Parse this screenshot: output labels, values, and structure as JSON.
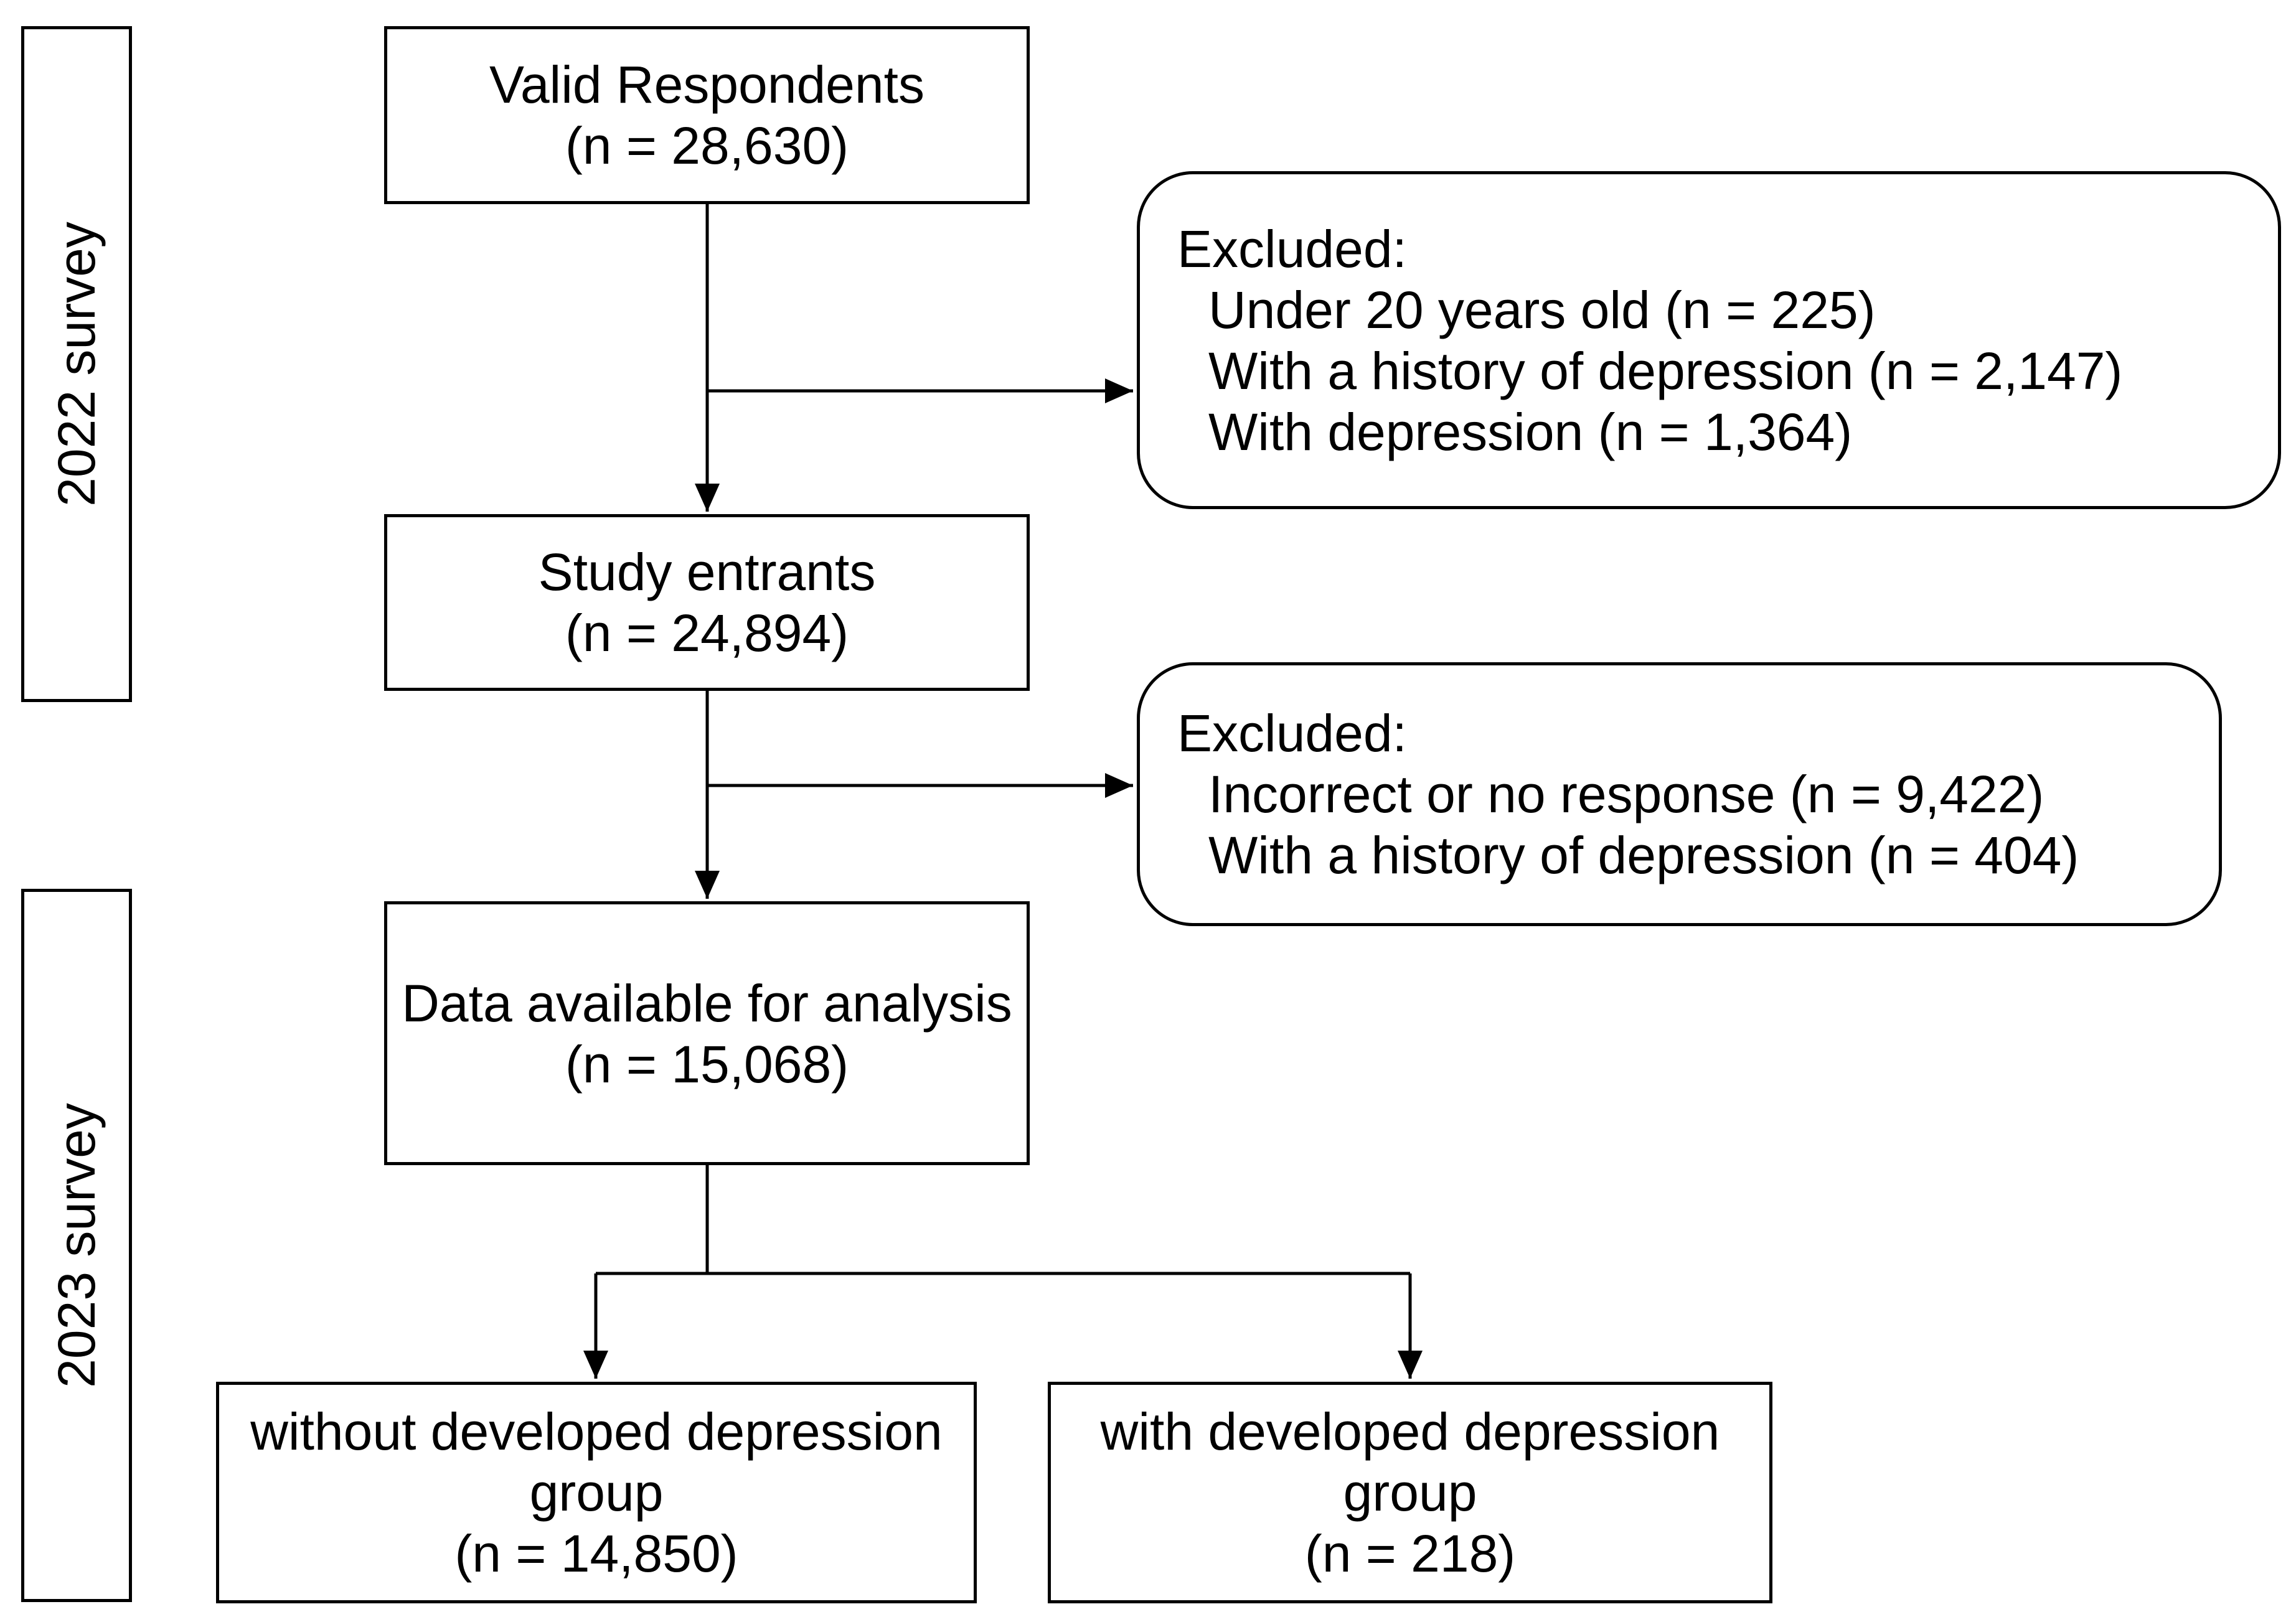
{
  "surveys": {
    "first": "2022 survey",
    "second": "2023 survey"
  },
  "boxes": {
    "valid": {
      "label": "Valid Respondents",
      "n": "(n = 28,630)"
    },
    "entrants": {
      "label": "Study entrants",
      "n": "(n = 24,894)"
    },
    "analysis": {
      "label": "Data available for analysis",
      "n": "(n = 15,068)"
    },
    "without": {
      "label_line1": "without developed depression",
      "label_line2": "group",
      "n": "(n = 14,850)"
    },
    "with": {
      "label_line1": "with developed depression",
      "label_line2": "group",
      "n": "(n = 218)"
    }
  },
  "exclusions": {
    "first": {
      "heading": "Excluded:",
      "items": [
        "Under 20 years old (n = 225)",
        "With a history of depression (n = 2,147)",
        "With depression (n = 1,364)"
      ]
    },
    "second": {
      "heading": "Excluded:",
      "items": [
        "Incorrect or no response (n = 9,422)",
        "With a history of depression (n = 404)"
      ]
    }
  },
  "colors": {
    "stroke": "#000000",
    "background": "#ffffff"
  }
}
